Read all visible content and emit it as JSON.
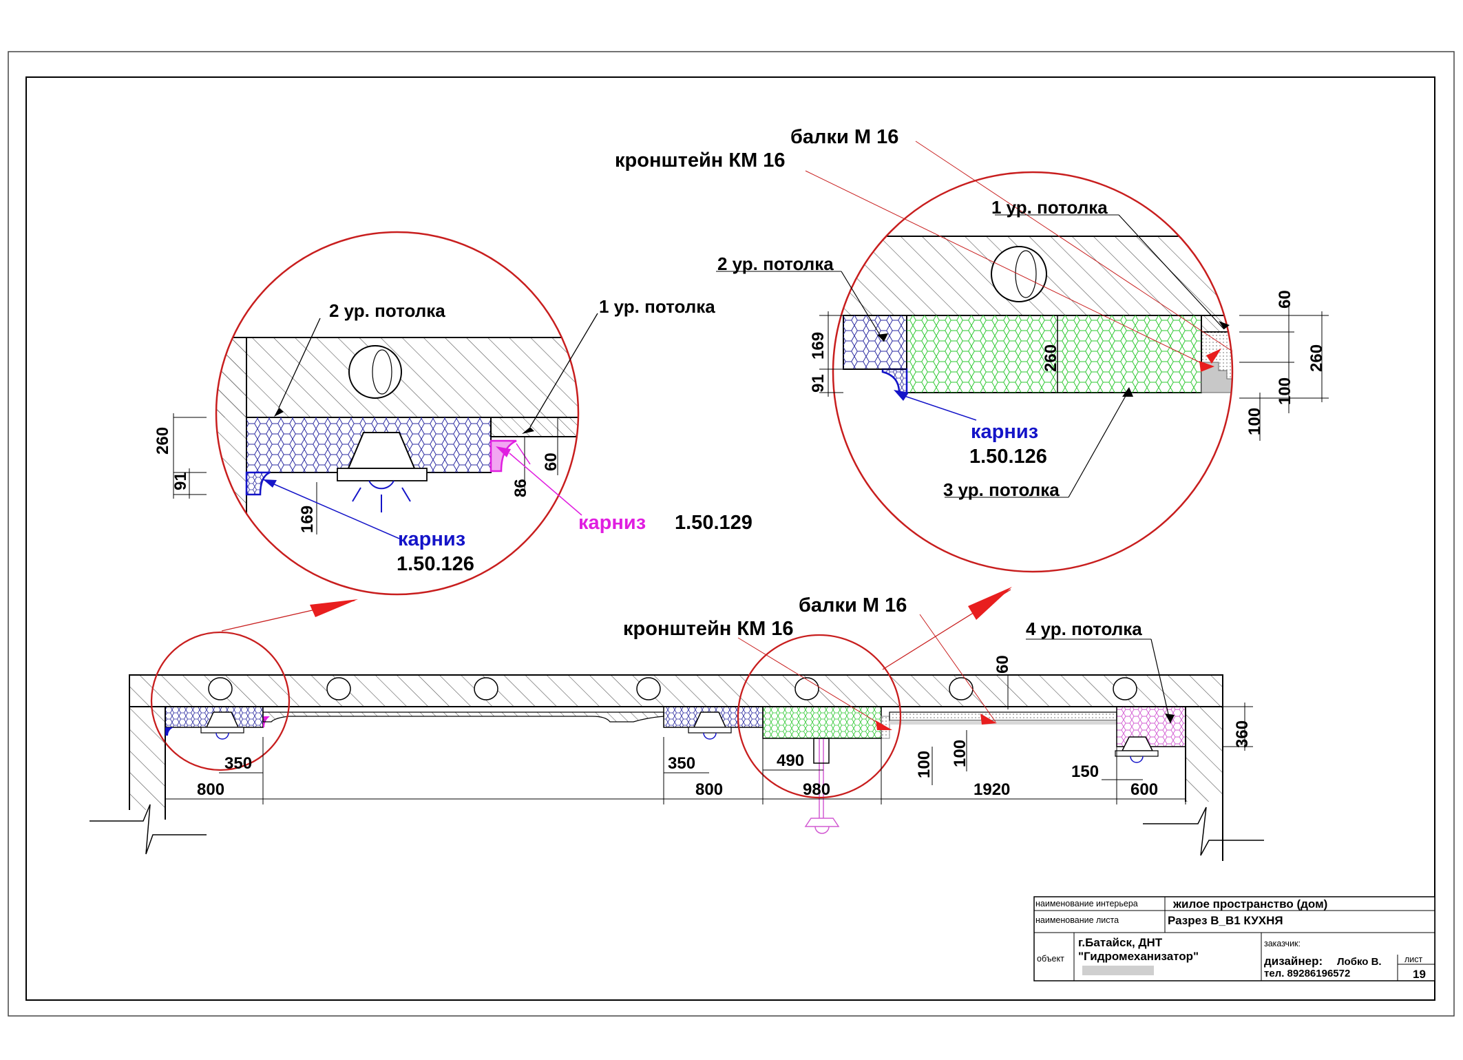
{
  "detail_left": {
    "label_level2": "2 ур. потолка",
    "label_level1": "1 ур. потолка",
    "cornice_blue_label": "карниз",
    "cornice_blue_code": "1.50.126",
    "cornice_magenta_label": "карниз",
    "cornice_magenta_code": "1.50.129",
    "dims": {
      "d260": "260",
      "d91": "91",
      "d169": "169",
      "d86": "86",
      "d60": "60"
    }
  },
  "detail_right": {
    "label_beams": "балки М 16",
    "label_bracket": "кронштейн КМ 16",
    "label_level1": "1 ур. потолка",
    "label_level2": "2 ур. потолка",
    "label_level3": "3 ур. потолка",
    "cornice_label": "карниз",
    "cornice_code": "1.50.126",
    "dims": {
      "d169": "169",
      "d91": "91",
      "d260_inner": "260",
      "d60": "60",
      "d260_outer": "260",
      "d100a": "100",
      "d100b": "100"
    }
  },
  "section": {
    "label_beams": "балки М 16",
    "label_bracket": "кронштейн КМ 16",
    "label_level4": "4 ур. потолка",
    "dims": {
      "d60": "60",
      "d360": "360",
      "d350_left": "350",
      "d800_left": "800",
      "d350_mid": "350",
      "d800_mid": "800",
      "d490": "490",
      "d980": "980",
      "d100a": "100",
      "d100b": "100",
      "d1920": "1920",
      "d150": "150",
      "d600": "600"
    }
  },
  "title_block": {
    "interior_caption": "наименование интерьера",
    "interior_value": "жилое пространство  (дом)",
    "sheet_caption": "наименование листа",
    "sheet_value": "Разрез В_В1 КУХНЯ",
    "object_caption": "объект",
    "object_line1": "г.Батайск, ДНТ",
    "object_line2": "\"Гидромеханизатор\"",
    "customer_caption": "заказчик:",
    "designer_label": "дизайнер:",
    "designer_name": "Лобко В.",
    "phone": "тел. 89286196572",
    "sheet_no_caption": "лист",
    "sheet_no": "19"
  },
  "colors": {
    "callout_red": "#c81e1e",
    "cornice_blue": "#1414c8",
    "cornice_magenta": "#e01ee0",
    "insulation_green": "#2ec832",
    "insulation_pink": "#d25ad2",
    "insulation_navy": "#2a2aa0"
  }
}
